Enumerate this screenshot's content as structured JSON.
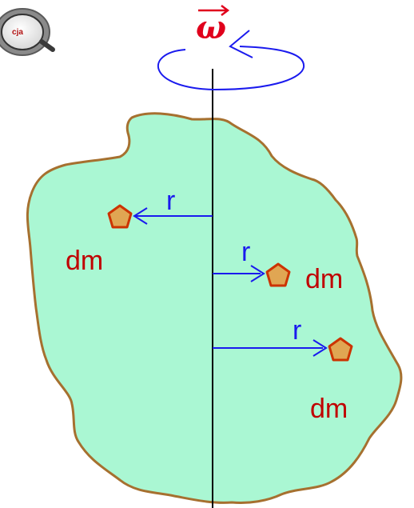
{
  "colors": {
    "body_fill": "#aaf7d3",
    "body_outline": "#a6702f",
    "axis": "#000000",
    "radius_arrow": "#1a1aee",
    "rotation_loop": "#1a1aee",
    "mass_fill": "#e0a653",
    "mass_outline": "#cc3300",
    "dm_text": "#c00000",
    "r_text": "#1a1aee",
    "omega": "#e0001c"
  },
  "omega_label": "ω",
  "logo": {
    "text": "cja",
    "icon": "magnifier-icon"
  },
  "elements": [
    {
      "id": "e1",
      "r_label": "r",
      "dm_label": "dm"
    },
    {
      "id": "e2",
      "r_label": "r",
      "dm_label": "dm"
    },
    {
      "id": "e3",
      "r_label": "r",
      "dm_label": "dm"
    }
  ]
}
